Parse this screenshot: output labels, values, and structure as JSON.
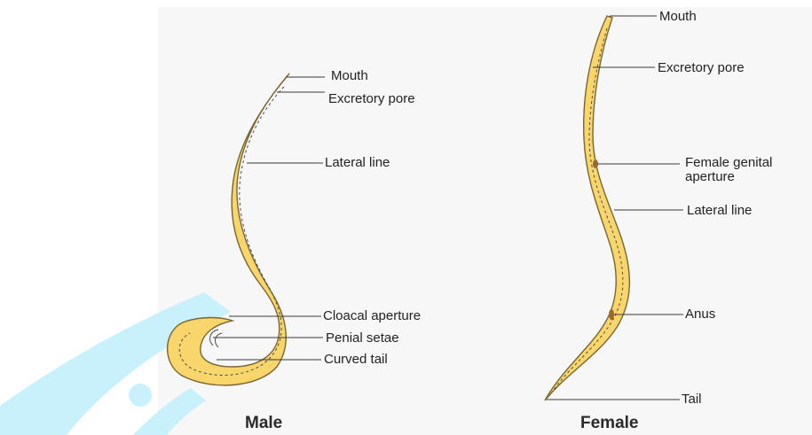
{
  "colors": {
    "panel": "#f7f7f7",
    "watermark": "#c8f1fb",
    "body_fill": "#f8d66b",
    "body_stroke": "#7a6632",
    "leader_line": "#3a3a3a",
    "aperture": "#9b6a2a"
  },
  "male": {
    "caption": "Male",
    "labels": {
      "mouth": "Mouth",
      "excretory_pore": "Excretory pore",
      "lateral_line": "Lateral line",
      "cloacal_aperture": "Cloacal aperture",
      "penial_setae": "Penial setae",
      "curved_tail": "Curved tail"
    }
  },
  "female": {
    "caption": "Female",
    "labels": {
      "mouth": "Mouth",
      "excretory_pore": "Excretory pore",
      "genital_aperture_line1": "Female genital",
      "genital_aperture_line2": "aperture",
      "lateral_line": "Lateral line",
      "anus": "Anus",
      "tail": "Tail"
    }
  }
}
